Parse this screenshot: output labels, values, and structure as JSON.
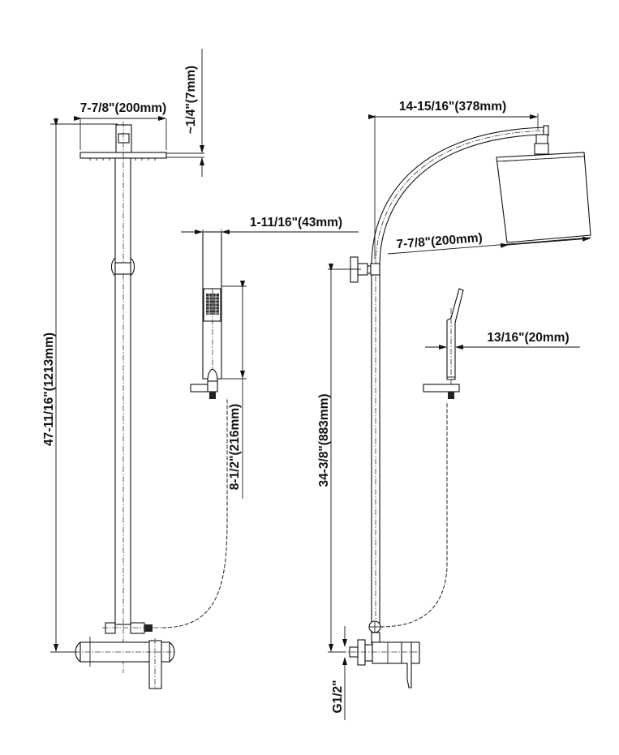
{
  "title": "Shower system dimension drawing",
  "dimensions": {
    "left_head_width": "7-7/8\"(200mm)",
    "left_head_thickness": "~1/4\"(7mm)",
    "overall_height": "47-11/16\"(1213mm)",
    "handheld_width": "1-11/16\"(43mm)",
    "handheld_length": "8-1/2\"(216mm)",
    "arm_reach": "14-15/16\"(378mm)",
    "right_head_width": "7-7/8\"(200mm)",
    "outlet_height": "34-3/8\"(883mm)",
    "handheld_side_width": "13/16\"(20mm)",
    "inlet_thread": "G1/2\""
  },
  "colors": {
    "ink": "#111111",
    "background": "#ffffff"
  }
}
